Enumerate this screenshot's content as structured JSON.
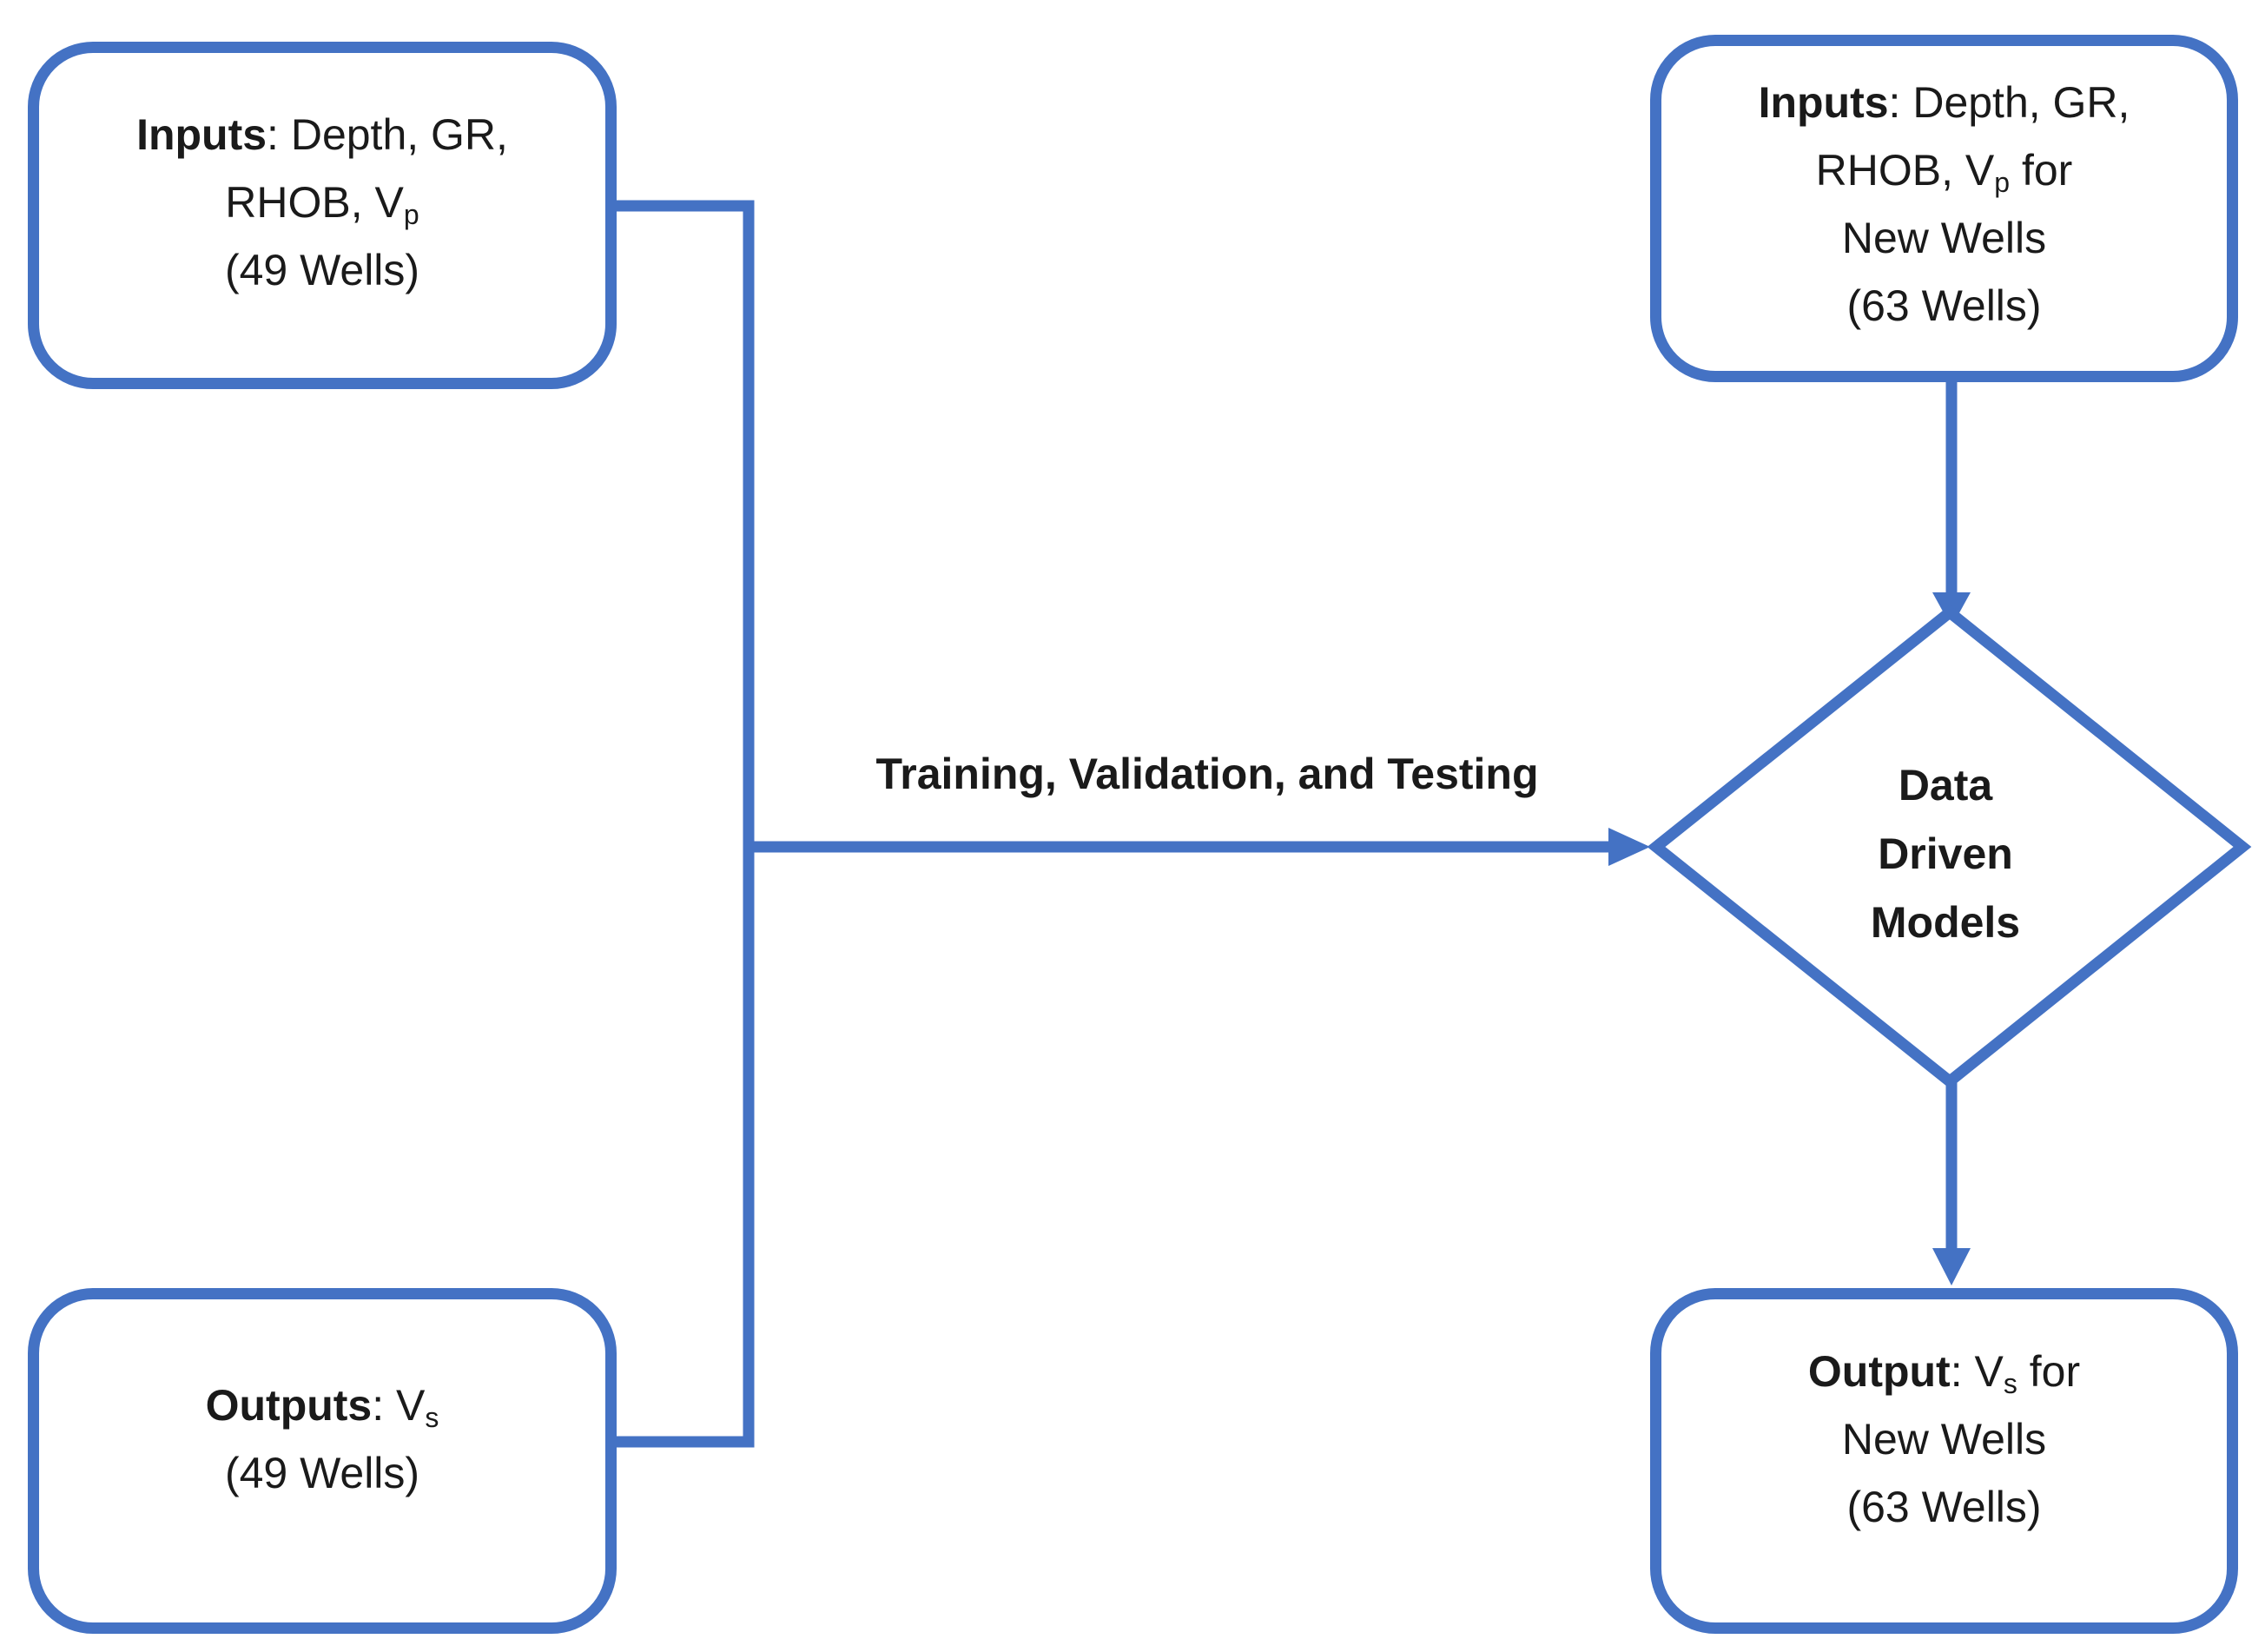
{
  "diagram": {
    "colors": {
      "stroke": "#4472C4",
      "text": "#1a1a1a",
      "background": "#ffffff"
    },
    "training_inputs": {
      "label_bold": "Inputs",
      "label_rest": ": Depth, GR,",
      "line2_prefix": "RHOB, V",
      "line2_sub": "p",
      "line3": "(49 Wells)"
    },
    "training_outputs": {
      "label_bold": "Outputs",
      "label_rest": ": V",
      "label_sub": "s",
      "line2": "(49 Wells)"
    },
    "new_inputs": {
      "label_bold": "Inputs",
      "label_rest": ": Depth, GR,",
      "line2_prefix": "RHOB, V",
      "line2_sub": "p",
      "line2_suffix": " for",
      "line3": "New Wells",
      "line4": "(63 Wells)"
    },
    "model": {
      "line1": "Data",
      "line2": "Driven",
      "line3": "Models"
    },
    "new_output": {
      "label_bold": "Output",
      "label_rest": ": V",
      "label_sub": "s",
      "label_suffix": " for",
      "line2": "New Wells",
      "line3": "(63 Wells)"
    },
    "edge_label": "Training, Validation, and Testing"
  }
}
